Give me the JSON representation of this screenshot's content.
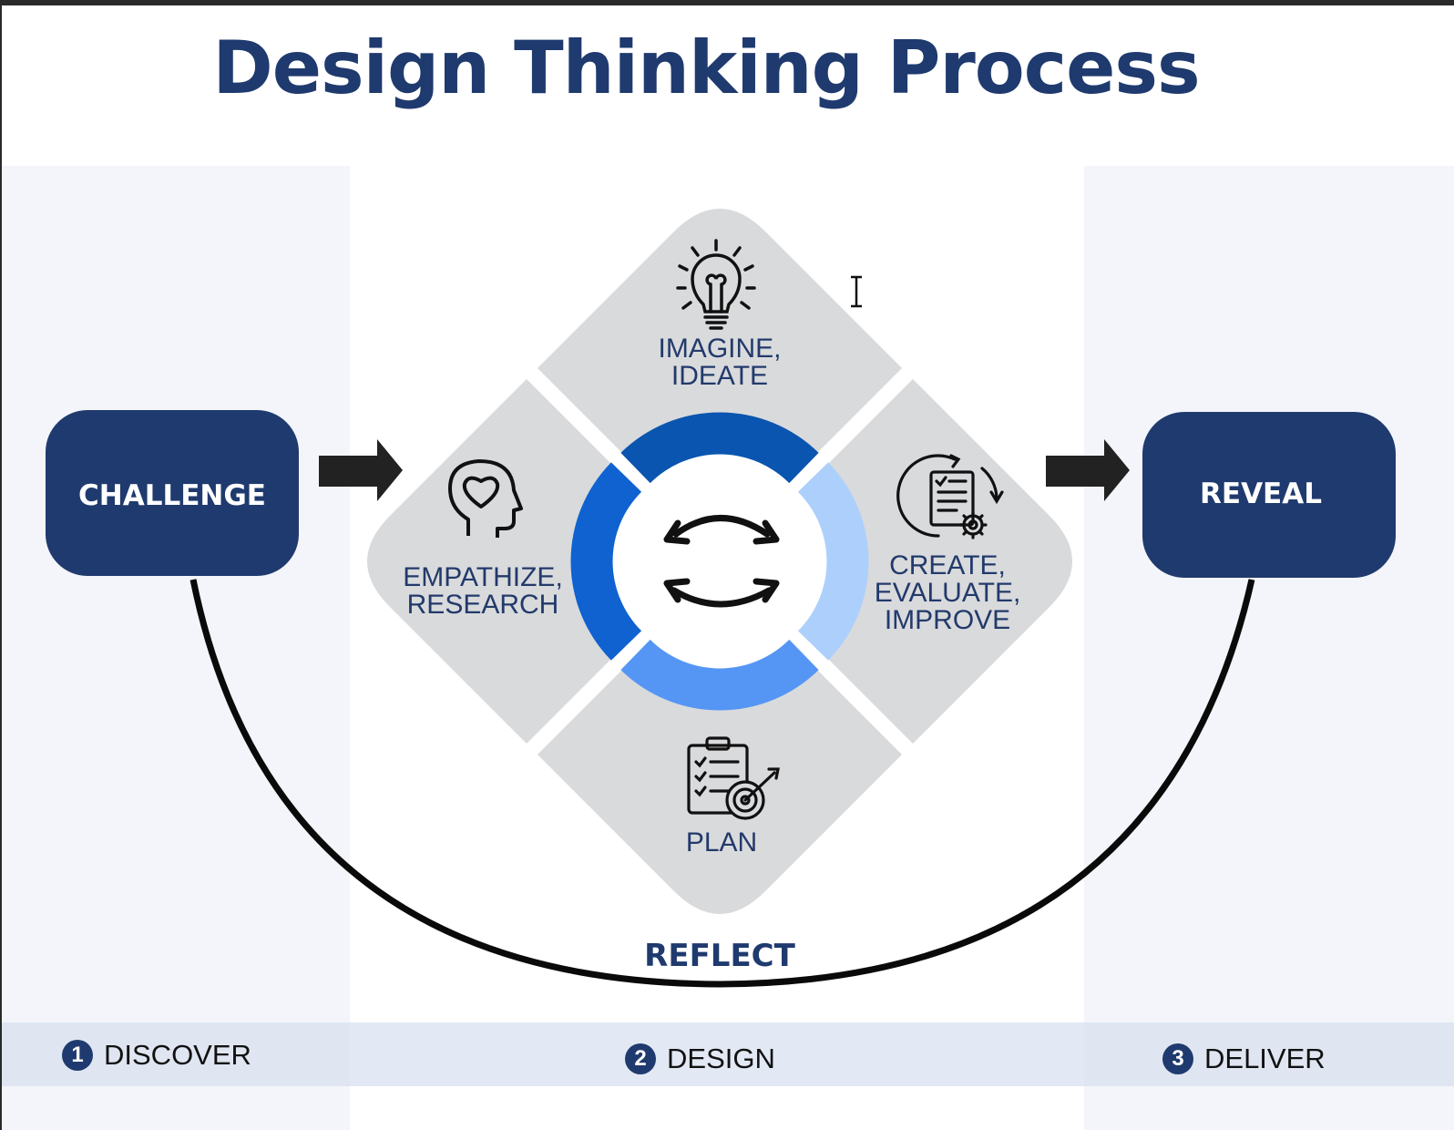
{
  "title": "Design Thinking Process",
  "start_box": {
    "label": "CHALLENGE"
  },
  "end_box": {
    "label": "REVEAL"
  },
  "loop_label": "REFLECT",
  "stages": {
    "top": {
      "line1": "IMAGINE,",
      "line2": "IDEATE",
      "icon": "lightbulb-icon"
    },
    "left": {
      "line1": "EMPATHIZE,",
      "line2": "RESEARCH",
      "icon": "head-heart-icon"
    },
    "right": {
      "line1": "CREATE,",
      "line2": "EVALUATE,",
      "line3": "IMPROVE",
      "icon": "document-gear-icon"
    },
    "bottom": {
      "line1": "PLAN",
      "icon": "clipboard-target-icon"
    }
  },
  "phases": [
    {
      "number": "1",
      "label": "DISCOVER"
    },
    {
      "number": "2",
      "label": "DESIGN"
    },
    {
      "number": "3",
      "label": "DELIVER"
    }
  ],
  "colors": {
    "navy": "#1f3a6e",
    "ring_top": "#0a55b0",
    "ring_left": "#0f62d0",
    "ring_right": "#acd0fb",
    "ring_bottom": "#5596f5",
    "diamond_gray": "#d9dadc"
  }
}
